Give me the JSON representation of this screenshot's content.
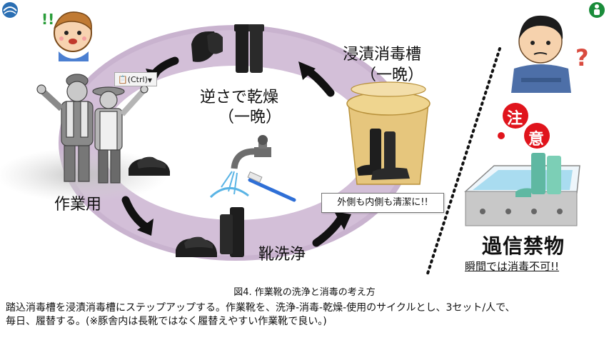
{
  "cycle": {
    "soak_label": "浸漬消毒槽",
    "soak_sub": "（一晩）",
    "dry_label": "逆さで乾燥",
    "dry_sub": "（一晩）",
    "wash_label": "靴洗浄",
    "use_label": "作業用",
    "callout": "外側も内側も清潔に!!"
  },
  "paste_tip": {
    "label": "(Ctrl)"
  },
  "warning": {
    "char1": "注",
    "char2": "意",
    "title": "過信禁物",
    "subtitle": "瞬間では消毒不可!!"
  },
  "caption": "図4. 作業靴の洗浄と消毒の考え方",
  "body": {
    "line1": "踏込消毒槽を浸漬消毒槽にステップアップする。作業靴を、洗浄-消毒-乾燥-使用のサイクルとし、3セット/人で、",
    "line2": "毎日、履替する。(※豚舎内は長靴ではなく履替えやすい作業靴で良い。)"
  },
  "colors": {
    "ring": "#c9b3cf",
    "bucket": "#e6c67d",
    "warning_red": "#e0141c",
    "water": "#a9dcf0",
    "arrow": "#111111"
  }
}
